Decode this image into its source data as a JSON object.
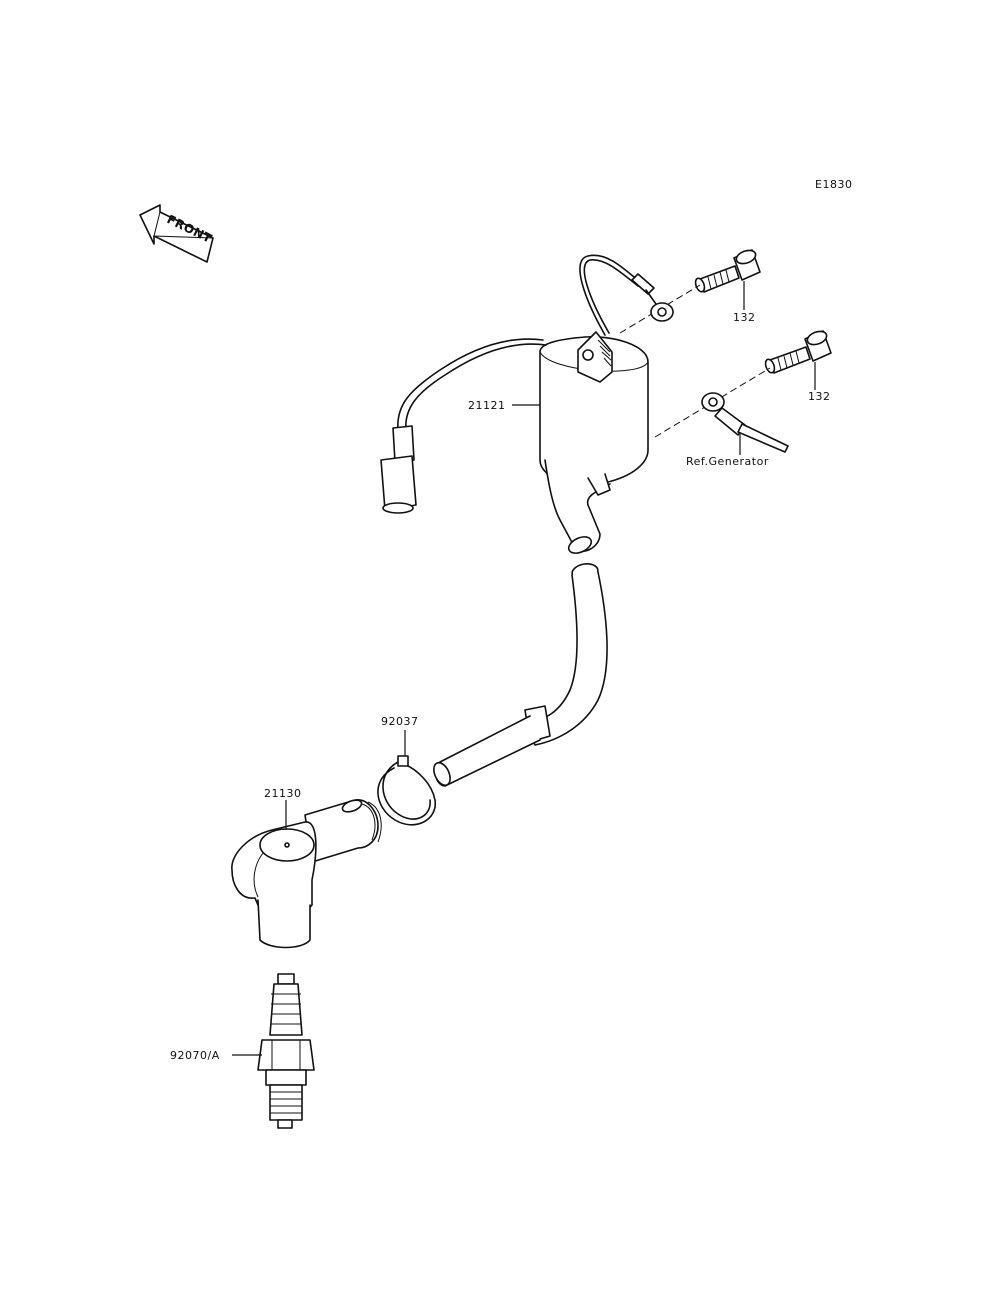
{
  "diagram_code": "E1830",
  "front_marker": {
    "text": "FRONT",
    "icon": "front-arrow-icon"
  },
  "callouts": {
    "bolt_upper": "132",
    "bolt_lower": "132",
    "ignition_coil": "21121",
    "ref_generator": "Ref.Generator",
    "clamp": "92037",
    "plug_cap": "21130",
    "spark_plug": "92070/A"
  },
  "colors": {
    "line": "#111111",
    "background": "#ffffff"
  }
}
